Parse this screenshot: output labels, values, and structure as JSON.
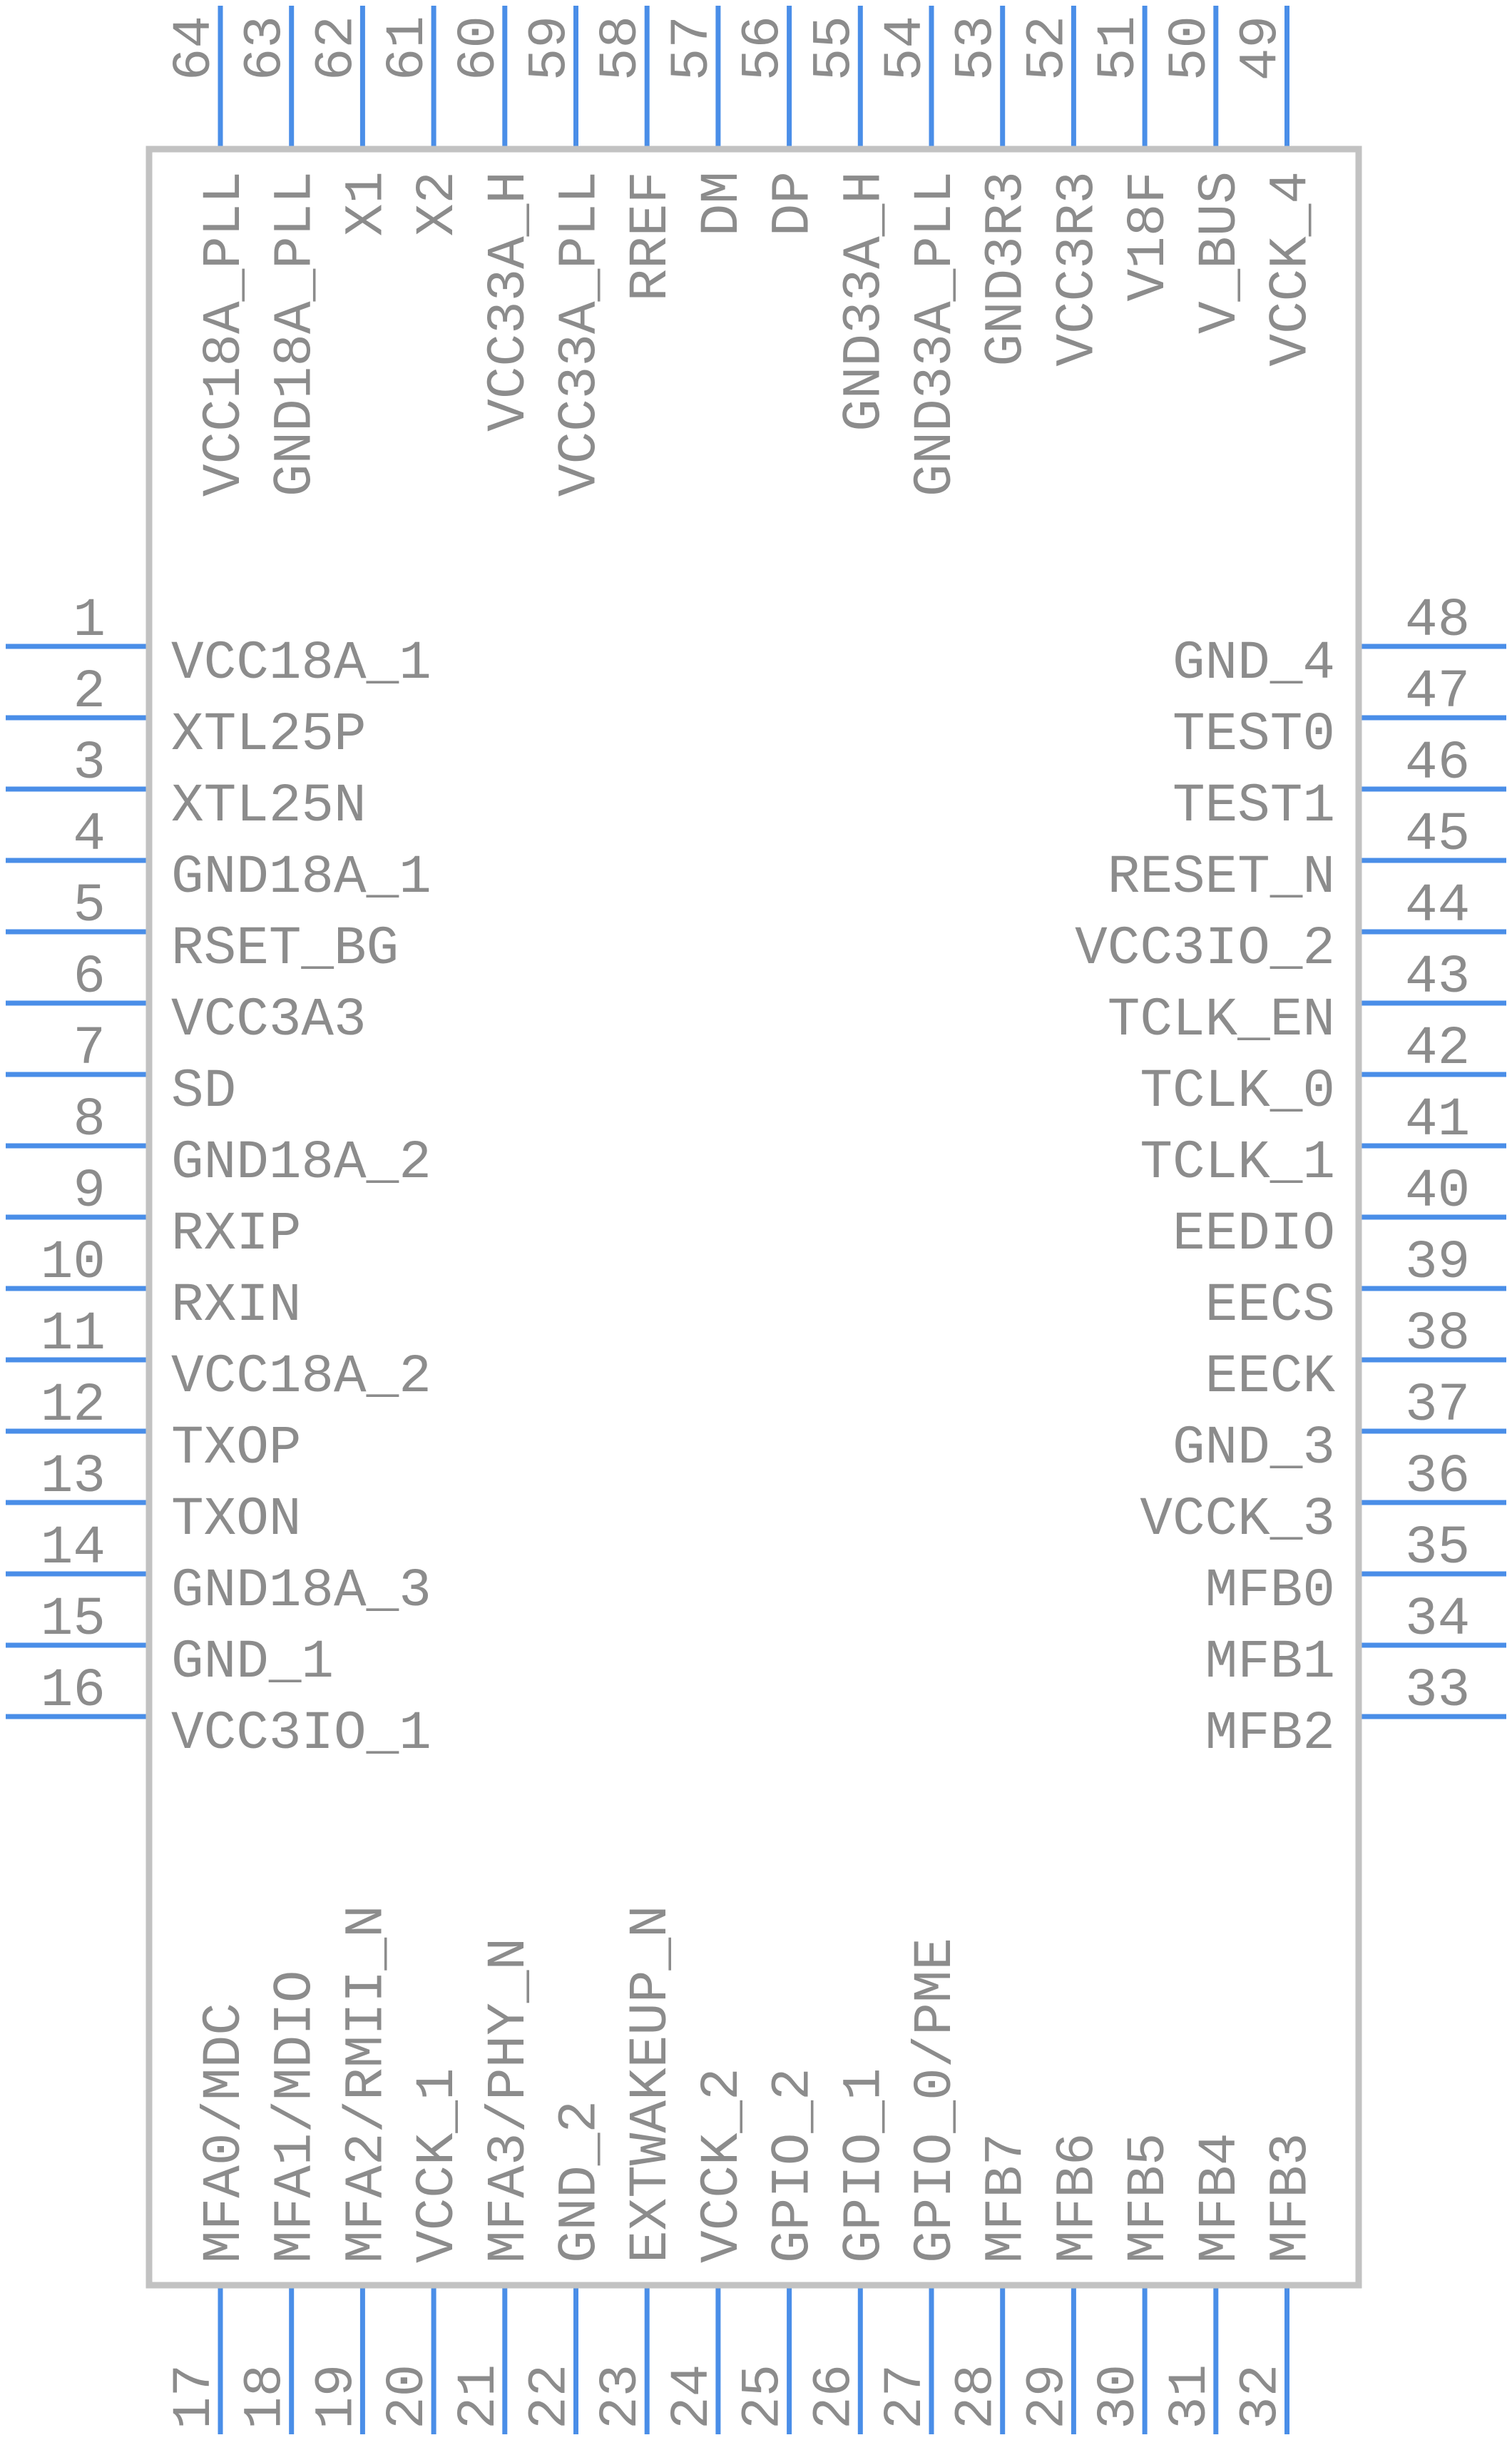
{
  "part": {
    "body_color": "#c2c2c2",
    "pin_color": "#4a8ee8",
    "text_color": "#8c8c8c"
  },
  "pins": {
    "left": [
      {
        "num": "1",
        "name": "VCC18A_1"
      },
      {
        "num": "2",
        "name": "XTL25P"
      },
      {
        "num": "3",
        "name": "XTL25N"
      },
      {
        "num": "4",
        "name": "GND18A_1"
      },
      {
        "num": "5",
        "name": "RSET_BG"
      },
      {
        "num": "6",
        "name": "VCC3A3"
      },
      {
        "num": "7",
        "name": "SD"
      },
      {
        "num": "8",
        "name": "GND18A_2"
      },
      {
        "num": "9",
        "name": "RXIP"
      },
      {
        "num": "10",
        "name": "RXIN"
      },
      {
        "num": "11",
        "name": "VCC18A_2"
      },
      {
        "num": "12",
        "name": "TXOP"
      },
      {
        "num": "13",
        "name": "TXON"
      },
      {
        "num": "14",
        "name": "GND18A_3"
      },
      {
        "num": "15",
        "name": "GND_1"
      },
      {
        "num": "16",
        "name": "VCC3IO_1"
      }
    ],
    "right": [
      {
        "num": "48",
        "name": "GND_4"
      },
      {
        "num": "47",
        "name": "TEST0"
      },
      {
        "num": "46",
        "name": "TEST1"
      },
      {
        "num": "45",
        "name": "RESET_N"
      },
      {
        "num": "44",
        "name": "VCC3IO_2"
      },
      {
        "num": "43",
        "name": "TCLK_EN"
      },
      {
        "num": "42",
        "name": "TCLK_0"
      },
      {
        "num": "41",
        "name": "TCLK_1"
      },
      {
        "num": "40",
        "name": "EEDIO"
      },
      {
        "num": "39",
        "name": "EECS"
      },
      {
        "num": "38",
        "name": "EECK"
      },
      {
        "num": "37",
        "name": "GND_3"
      },
      {
        "num": "36",
        "name": "VCCK_3"
      },
      {
        "num": "35",
        "name": "MFB0"
      },
      {
        "num": "34",
        "name": "MFB1"
      },
      {
        "num": "33",
        "name": "MFB2"
      }
    ],
    "bottom": [
      {
        "num": "17",
        "name": "MFA0/MDC"
      },
      {
        "num": "18",
        "name": "MFA1/MDIO"
      },
      {
        "num": "19",
        "name": "MFA2/RMII_N"
      },
      {
        "num": "20",
        "name": "VCCK_1"
      },
      {
        "num": "21",
        "name": "MFA3/PHY_N"
      },
      {
        "num": "22",
        "name": "GND_2"
      },
      {
        "num": "23",
        "name": "EXTWAKEUP_N"
      },
      {
        "num": "24",
        "name": "VCCK_2"
      },
      {
        "num": "25",
        "name": "GPIO_2"
      },
      {
        "num": "26",
        "name": "GPIO_1"
      },
      {
        "num": "27",
        "name": "GPIO_0/PME"
      },
      {
        "num": "28",
        "name": "MFB7"
      },
      {
        "num": "29",
        "name": "MFB6"
      },
      {
        "num": "30",
        "name": "MFB5"
      },
      {
        "num": "31",
        "name": "MFB4"
      },
      {
        "num": "32",
        "name": "MFB3"
      }
    ],
    "top": [
      {
        "num": "64",
        "name": "VCC18A_PLL"
      },
      {
        "num": "63",
        "name": "GND18A_PLL"
      },
      {
        "num": "62",
        "name": "X1"
      },
      {
        "num": "61",
        "name": "X2"
      },
      {
        "num": "60",
        "name": "VCC33A_H"
      },
      {
        "num": "59",
        "name": "VCC33A_PLL"
      },
      {
        "num": "58",
        "name": "RREF"
      },
      {
        "num": "57",
        "name": "DM"
      },
      {
        "num": "56",
        "name": "DP"
      },
      {
        "num": "55",
        "name": "GND33A_H"
      },
      {
        "num": "54",
        "name": "GND33A_PLL"
      },
      {
        "num": "53",
        "name": "GND3R3"
      },
      {
        "num": "52",
        "name": "VCC3R3"
      },
      {
        "num": "51",
        "name": "V18F"
      },
      {
        "num": "50",
        "name": "V_BUS"
      },
      {
        "num": "49",
        "name": "VCCK_4"
      }
    ]
  }
}
